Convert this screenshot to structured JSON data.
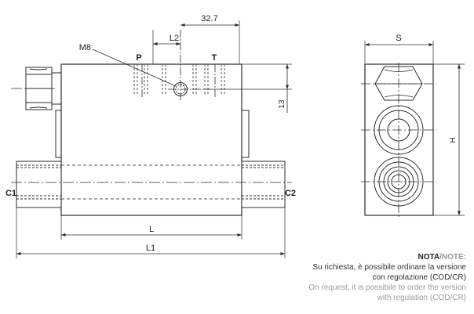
{
  "labels": {
    "port_p": "P",
    "port_t": "T",
    "port_c1": "C1",
    "port_c2": "C2",
    "thread_m8": "M8"
  },
  "dimensions": {
    "d_32_7": "32.7",
    "d_l2": "L2",
    "d_13": "13",
    "d_l": "L",
    "d_l1": "L1",
    "d_s": "S",
    "d_h": "H"
  },
  "note": {
    "title_it": "NOTA",
    "separator": "/",
    "title_en": "NOTE:",
    "text_it_1": "Su richiesta, è possibile ordinare la versione",
    "text_it_2": "con regolazione (COD/CR)",
    "text_en_1": "On request, it is possibile to order the version",
    "text_en_2": "with regulation (COD/CR)"
  },
  "colors": {
    "line": "#2b2b2b",
    "dim": "#3a3a3a",
    "hidden": "#555555",
    "note_en": "#9a9a9a"
  }
}
